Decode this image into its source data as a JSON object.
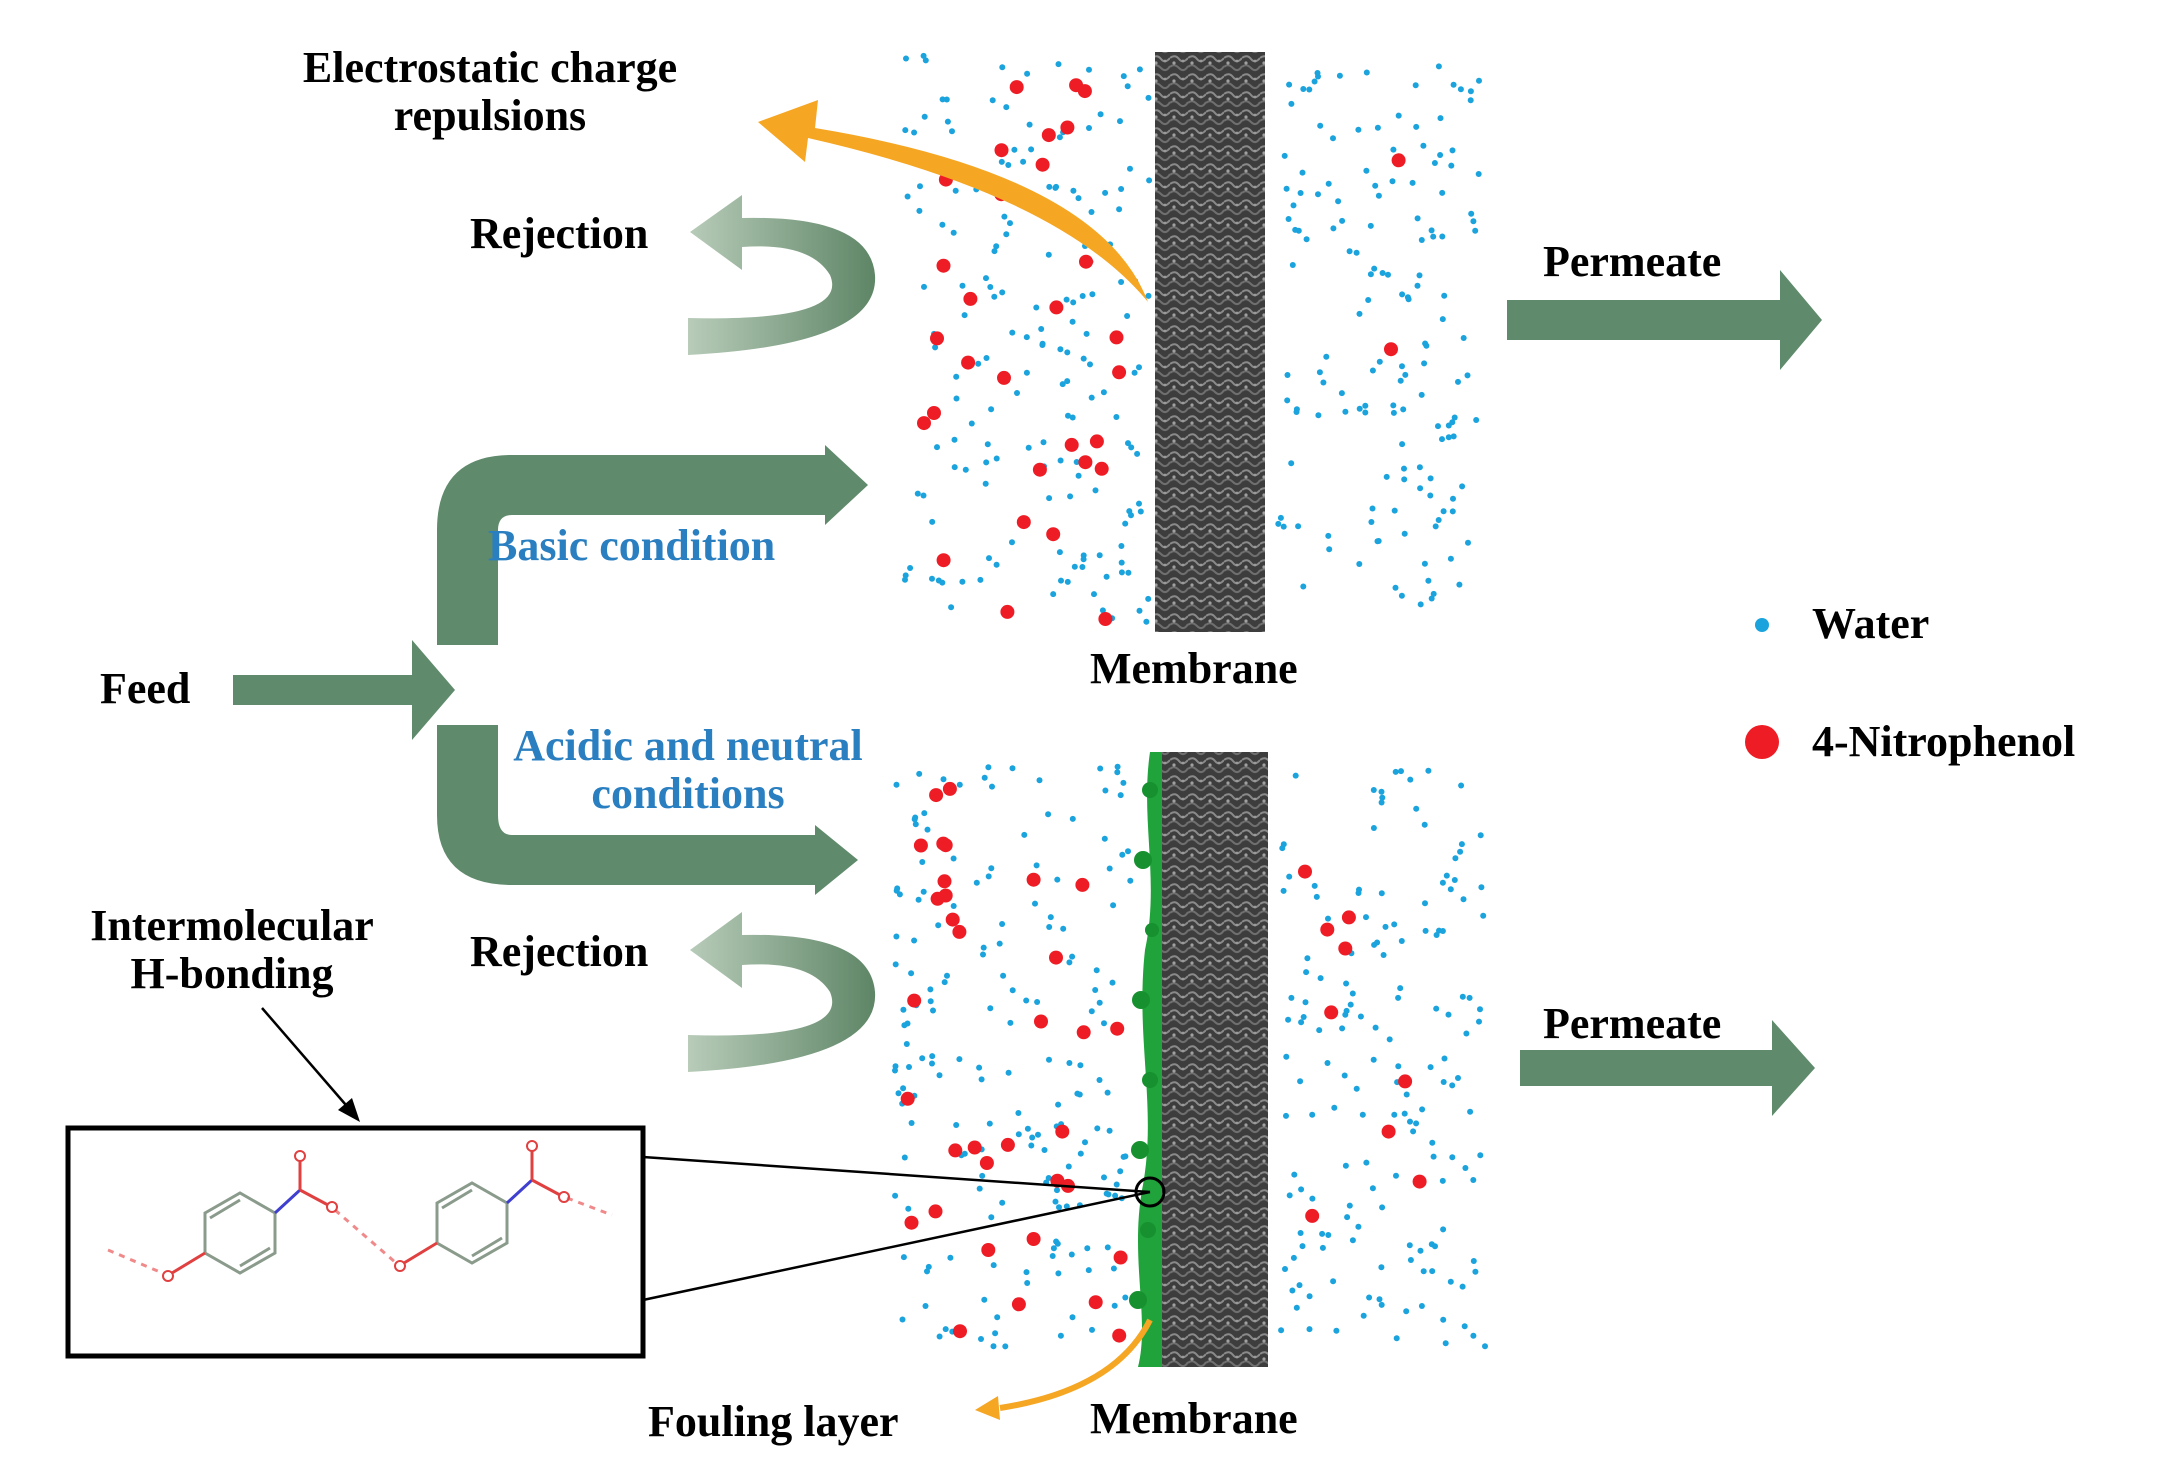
{
  "labels": {
    "electrostatic": [
      "Electrostatic charge",
      "repulsions"
    ],
    "rejection_top": "Rejection",
    "rejection_bottom": "Rejection",
    "permeate_top": "Permeate",
    "permeate_bottom": "Permeate",
    "basic_condition": "Basic condition",
    "acidic_neutral": [
      "Acidic and neutral",
      "conditions"
    ],
    "feed": "Feed",
    "membrane_top": "Membrane",
    "membrane_bottom": "Membrane",
    "intermolecular": [
      "Intermolecular",
      "H-bonding"
    ],
    "fouling_layer": "Fouling layer"
  },
  "legend": [
    {
      "label": "Water",
      "color": "#1aa3dc"
    },
    {
      "label": "4-Nitrophenol",
      "color": "#ee1c24"
    }
  ],
  "colors": {
    "flow_arrow": "#5f8a6b",
    "rejection_arrow": "#7a9c80",
    "orange_arrow": "#f5a623",
    "membrane": "#4a4a4a",
    "fouling": "#1fa33a",
    "label_blue": "#2a7fc1"
  }
}
